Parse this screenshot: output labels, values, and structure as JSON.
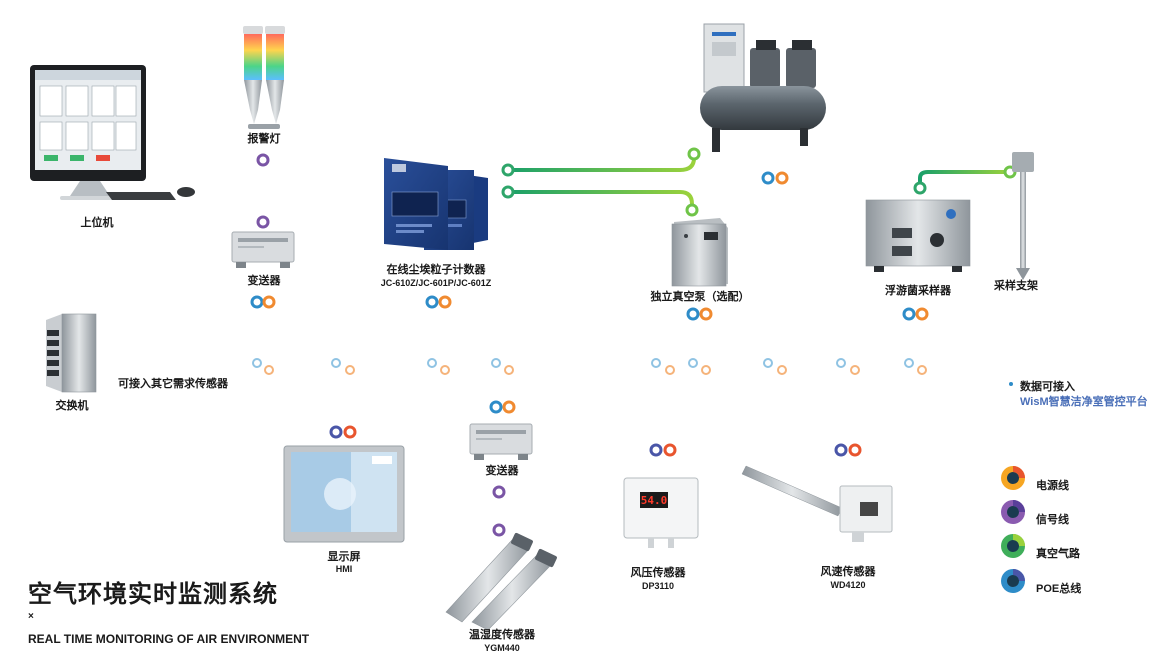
{
  "colors": {
    "bus_blue": "#2e8cc8",
    "bus_purple": "#6b4fa0",
    "bus_orange": "#f08a30",
    "bus_red": "#e8552e",
    "vacuum_green": "#3fae5a",
    "signal_purple": "#7a55a5"
  },
  "devices": {
    "host_pc": {
      "label": "上位机"
    },
    "alarm_light": {
      "label": "报警灯"
    },
    "transmitter_top": {
      "label": "变送器"
    },
    "particle_counter": {
      "label": "在线尘埃粒子计数器",
      "model": "JC-610Z/JC-601P/JC-601Z"
    },
    "vacuum_pump": {
      "label": "独立真空泵（选配）"
    },
    "microbe_sampler": {
      "label": "浮游菌采样器"
    },
    "sampling_stand": {
      "label": "采样支架"
    },
    "switch": {
      "label": "交换机"
    },
    "hmi": {
      "label": "显示屏",
      "model": "HMI"
    },
    "transmitter_bottom": {
      "label": "变送器"
    },
    "th_sensor": {
      "label": "温湿度传感器",
      "model": "YGM440"
    },
    "pressure_sensor": {
      "label": "风压传感器",
      "model": "DP3110",
      "display": "54.0"
    },
    "wind_sensor": {
      "label": "风速传感器",
      "model": "WD4120"
    }
  },
  "bus_note": "可接入其它需求传感器",
  "access_note": "数据可接入",
  "platform_name": "WisM智慧洁净室管控平台",
  "legend": [
    {
      "label": "电源线",
      "icon": "power-line-icon",
      "color": "#f08a30"
    },
    {
      "label": "信号线",
      "icon": "signal-line-icon",
      "color": "#7a55a5"
    },
    {
      "label": "真空气路",
      "icon": "vacuum-line-icon",
      "color": "#3fae5a"
    },
    {
      "label": "POE总线",
      "icon": "poe-bus-icon",
      "color": "#2e8cc8"
    }
  ],
  "title": "空气环境实时监测系统",
  "title_mark": "×",
  "subtitle": "REAL TIME MONITORING OF AIR ENVIRONMENT"
}
